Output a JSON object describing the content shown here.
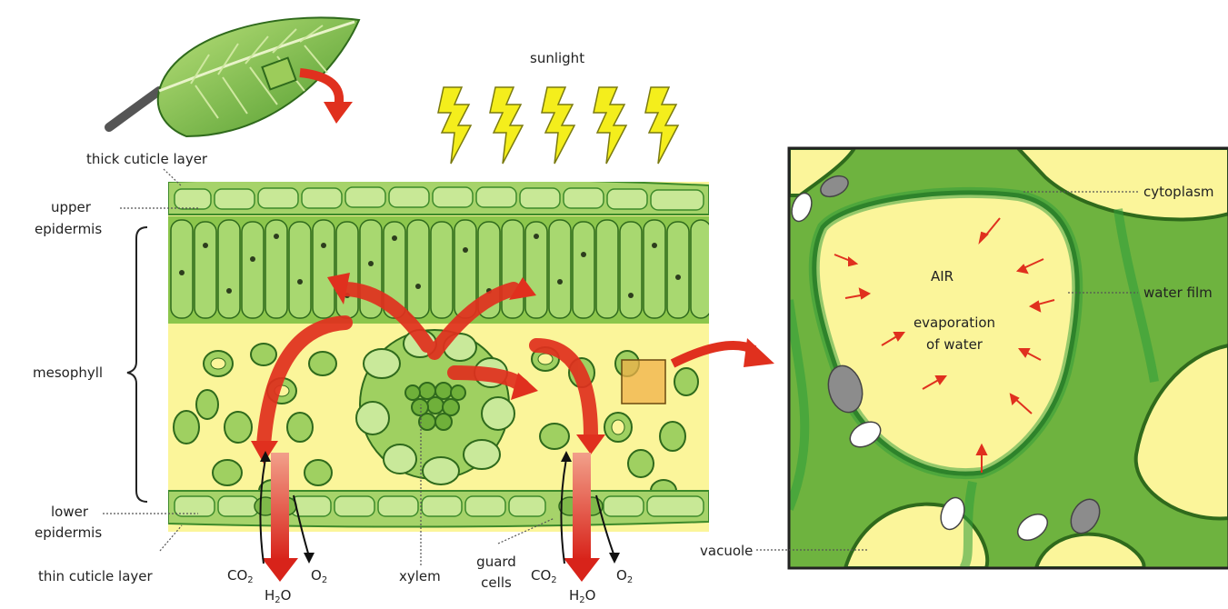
{
  "labels": {
    "sunlight": "sunlight",
    "thick_cuticle": "thick cuticle layer",
    "upper_epidermis_1": "upper",
    "upper_epidermis_2": "epidermis",
    "mesophyll": "mesophyll",
    "lower_epidermis_1": "lower",
    "lower_epidermis_2": "epidermis",
    "thin_cuticle": "thin cuticle layer",
    "xylem": "xylem",
    "guard_cells_1": "guard",
    "guard_cells_2": "cells",
    "cytoplasm": "cytoplasm",
    "water_film": "water film",
    "vacuole": "vacuole",
    "air": "AIR",
    "evaporation_1": "evaporation",
    "evaporation_2": "of water"
  },
  "chemistry": {
    "co2_main": "CO",
    "co2_sub": "2",
    "o2_main": "O",
    "o2_sub": "2",
    "h2o_h": "H",
    "h2o_sub": "2",
    "h2o_o": "O"
  },
  "colors": {
    "leaf_green": "#7cbf3c",
    "dark_green": "#3d8a2a",
    "cell_yellow": "#fbf59a",
    "arrow_red": "#e0301e",
    "sun_yellow": "#f4ee1c"
  }
}
